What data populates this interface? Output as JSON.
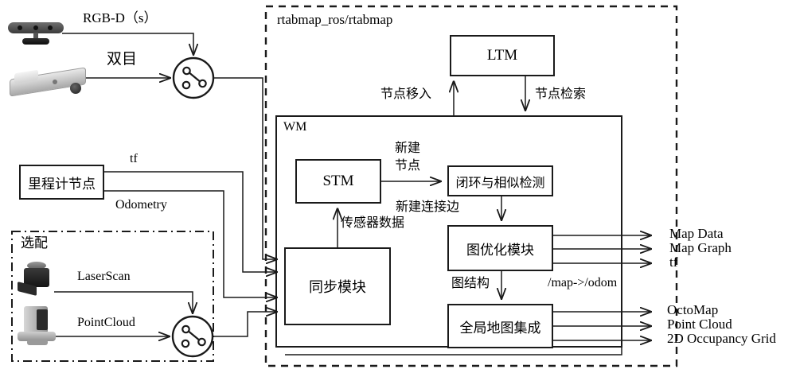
{
  "diagram": {
    "title_node": "rtabmap_ros/rtabmap",
    "memory_label": "WM",
    "optional_group_label": "选配"
  },
  "boxes": {
    "ltm": "LTM",
    "stm": "STM",
    "loop_closure": "闭环与相似检测",
    "graph_optimization": "图优化模块",
    "global_map_assembly": "全局地图集成",
    "sync_module": "同步模块",
    "odometry_node": "里程计节点"
  },
  "edge_labels": {
    "rgbd": "RGB-D（s）",
    "stereo": "双目",
    "tf_in": "tf",
    "odometry_in": "Odometry",
    "laserscan": "LaserScan",
    "pointcloud": "PointCloud",
    "node_transfer_in": "节点移入",
    "node_retrieval": "节点检索",
    "new_node_line1": "新建",
    "new_node_line2": "节点",
    "new_edge": "新建连接边",
    "sensor_data": "传感器数据",
    "graph_structure": "图结构",
    "map_to_odom": "/map->/odom"
  },
  "outputs": {
    "group_a": [
      "Map Data",
      "Map Graph",
      "tf"
    ],
    "group_b": [
      "OctoMap",
      "Point Cloud",
      "2D Occupancy Grid"
    ]
  },
  "colors": {
    "stroke": "#1a1a1a",
    "background": "#ffffff",
    "sensor_dark": "#4a4a4a",
    "sensor_light": "#c9c9c9"
  }
}
